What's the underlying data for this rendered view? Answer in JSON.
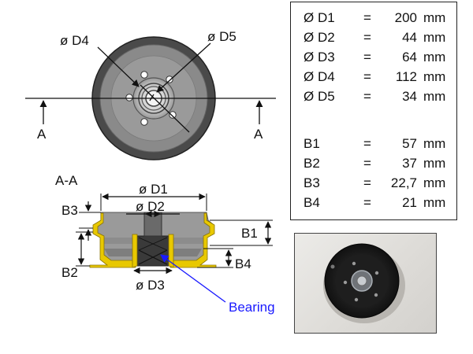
{
  "labels": {
    "d4": "ø D4",
    "d5": "ø D5",
    "section_a_left": "A",
    "section_a_right": "A",
    "section_title": "A-A",
    "d1": "ø D1",
    "d2": "ø D2",
    "d3": "ø D3",
    "b1": "B1",
    "b2": "B2",
    "b3": "B3",
    "b4": "B4",
    "bearing": "Bearing"
  },
  "colors": {
    "section_fill": "#e8c800",
    "drum_dark": "#4a4a4a",
    "drum_mid": "#8a8a8a",
    "bearing_label": "#1a1aff"
  },
  "dimensions": [
    {
      "name": "Ø D1",
      "eq": "=",
      "value": "200",
      "unit": "mm"
    },
    {
      "name": "Ø D2",
      "eq": "=",
      "value": "44",
      "unit": "mm"
    },
    {
      "name": "Ø D3",
      "eq": "=",
      "value": "64",
      "unit": "mm"
    },
    {
      "name": "Ø D4",
      "eq": "=",
      "value": "112",
      "unit": "mm"
    },
    {
      "name": "Ø D5",
      "eq": "=",
      "value": "34",
      "unit": "mm"
    },
    {
      "name": "B1",
      "eq": "=",
      "value": "57",
      "unit": "mm"
    },
    {
      "name": "B2",
      "eq": "=",
      "value": "37",
      "unit": "mm"
    },
    {
      "name": "B3",
      "eq": "=",
      "value": "22,7",
      "unit": "mm"
    },
    {
      "name": "B4",
      "eq": "=",
      "value": "21",
      "unit": "mm"
    }
  ]
}
